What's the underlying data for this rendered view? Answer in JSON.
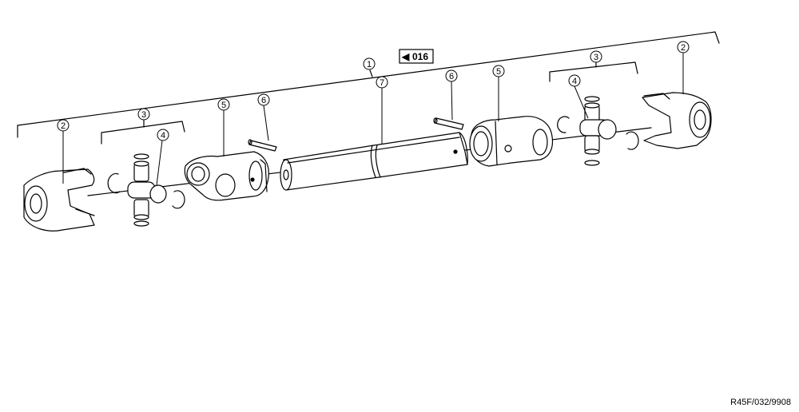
{
  "reference_box": {
    "arrow": "◀",
    "text": "016"
  },
  "callouts": {
    "assembly": "1",
    "yoke_left": "2",
    "yoke_right": "2",
    "uj_kit_left": "3",
    "uj_kit_right": "3",
    "cross_left": "4",
    "cross_right": "4",
    "slip_yoke_left": "5",
    "slip_yoke_right": "5",
    "pin_left": "6",
    "pin_right": "6",
    "tube": "7"
  },
  "drawing_code": "R45F/032/9908",
  "colors": {
    "line": "#000000",
    "fill": "#ffffff",
    "shade": "#d8d8d8"
  },
  "icons": {
    "reference_arrow": "left-triangle-icon"
  }
}
